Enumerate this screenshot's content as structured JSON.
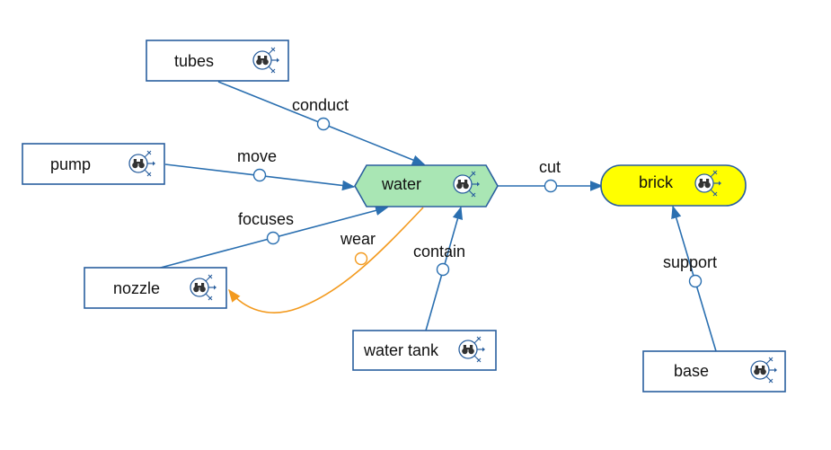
{
  "colors": {
    "edge": "#2a6fb0",
    "edge_warn": "#f39a1e",
    "node_border": "#2a5f9e",
    "water_fill": "#a9e6b4",
    "brick_fill": "#ffff00"
  },
  "icons": {
    "node_icon": "binoculars-icon"
  },
  "nodes": {
    "tubes": {
      "label": "tubes"
    },
    "pump": {
      "label": "pump"
    },
    "nozzle": {
      "label": "nozzle"
    },
    "water": {
      "label": "water"
    },
    "water_tank": {
      "label": "water tank"
    },
    "brick": {
      "label": "brick"
    },
    "base": {
      "label": "base"
    }
  },
  "edges": {
    "conduct": {
      "label": "conduct",
      "from": "tubes",
      "to": "water"
    },
    "move": {
      "label": "move",
      "from": "pump",
      "to": "water"
    },
    "focuses": {
      "label": "focuses",
      "from": "nozzle",
      "to": "water"
    },
    "wear": {
      "label": "wear",
      "from": "water",
      "to": "nozzle"
    },
    "contain": {
      "label": "contain",
      "from": "water_tank",
      "to": "water"
    },
    "cut": {
      "label": "cut",
      "from": "water",
      "to": "brick"
    },
    "support": {
      "label": "support",
      "from": "base",
      "to": "brick"
    }
  }
}
